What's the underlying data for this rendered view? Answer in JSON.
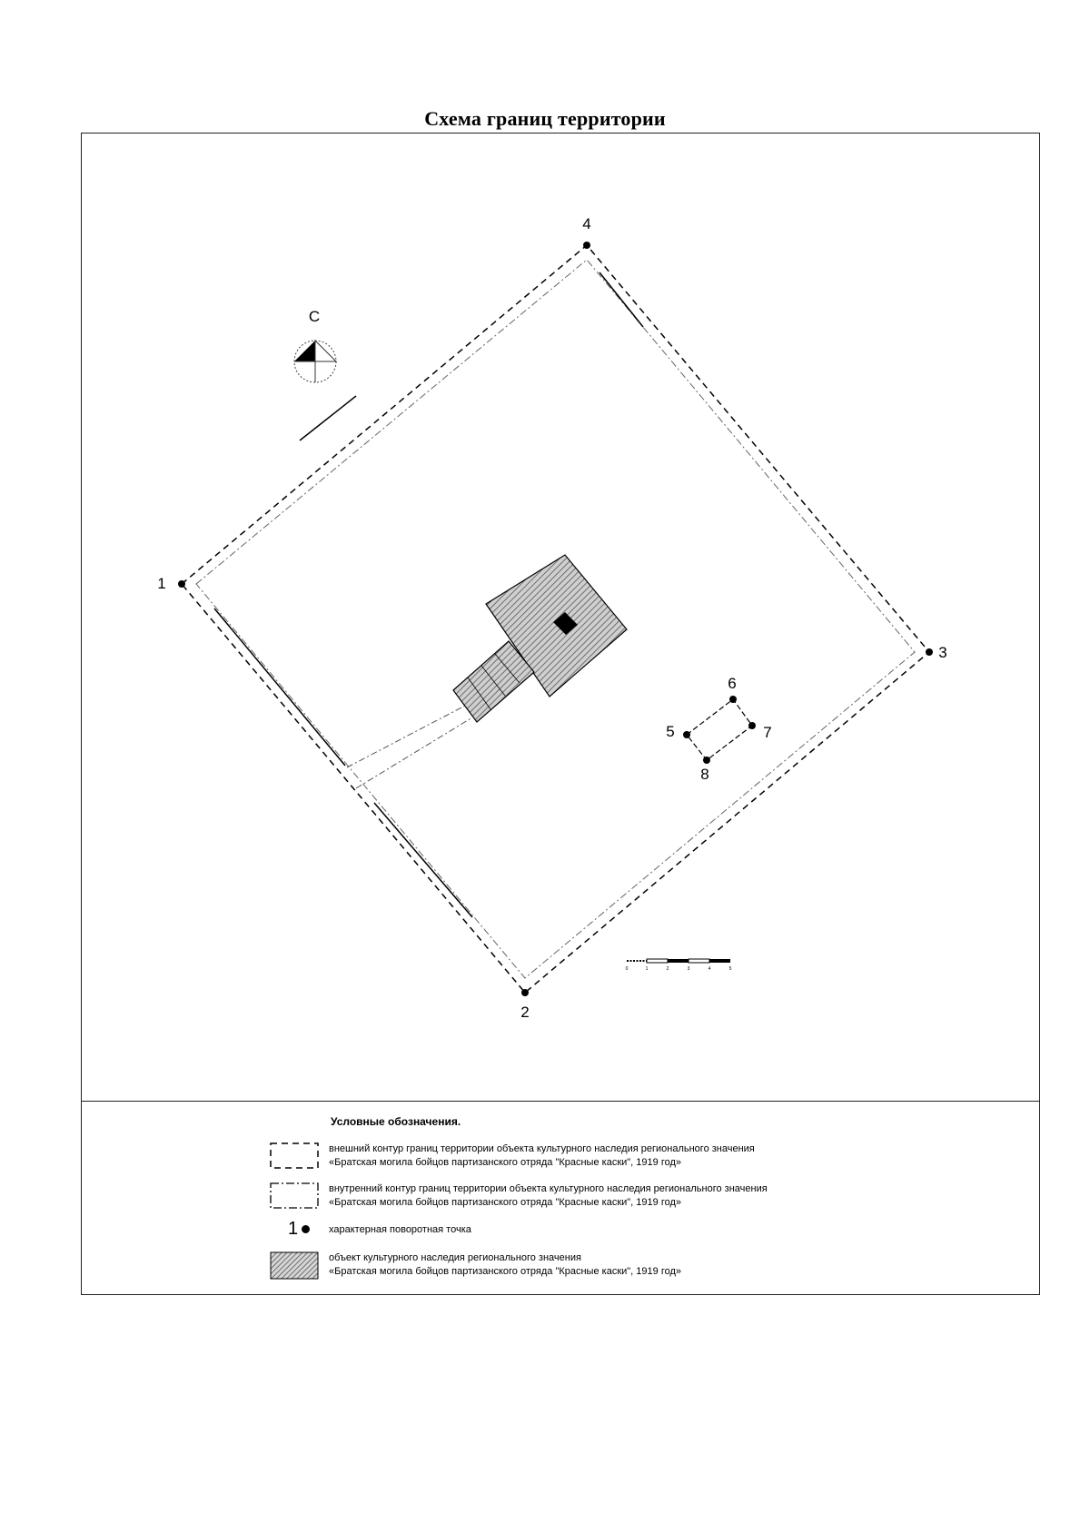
{
  "title": "Схема границ территории",
  "north_label": "С",
  "points": [
    {
      "id": "1",
      "label": "1"
    },
    {
      "id": "2",
      "label": "2"
    },
    {
      "id": "3",
      "label": "3"
    },
    {
      "id": "4",
      "label": "4"
    },
    {
      "id": "5",
      "label": "5"
    },
    {
      "id": "6",
      "label": "6"
    },
    {
      "id": "7",
      "label": "7"
    },
    {
      "id": "8",
      "label": "8"
    }
  ],
  "scale_bar": {
    "ticks": [
      "0",
      "1",
      "2",
      "3",
      "4",
      "5"
    ]
  },
  "legend": {
    "title": "Условные обозначения.",
    "items": [
      {
        "symbol": "dashed-rectangle",
        "line1": "внешний контур границ территории объекта культурного наследия регионального значения",
        "line2": "«Братская могила бойцов партизанского отряда \"Красные каски\", 1919 год»"
      },
      {
        "symbol": "dash-dot-rectangle",
        "line1": "внутренний контур границ территории объекта культурного наследия регионального значения",
        "line2": "«Братская могила бойцов партизанского отряда \"Красные каски\", 1919 год»"
      },
      {
        "symbol": "point-marker",
        "marker_label": "1",
        "line1": "характерная поворотная точка",
        "line2": ""
      },
      {
        "symbol": "hatched-area",
        "line1": "объект культурного наследия регионального значения",
        "line2": "«Братская могила бойцов партизанского отряда \"Красные каски\", 1919 год»"
      }
    ]
  }
}
